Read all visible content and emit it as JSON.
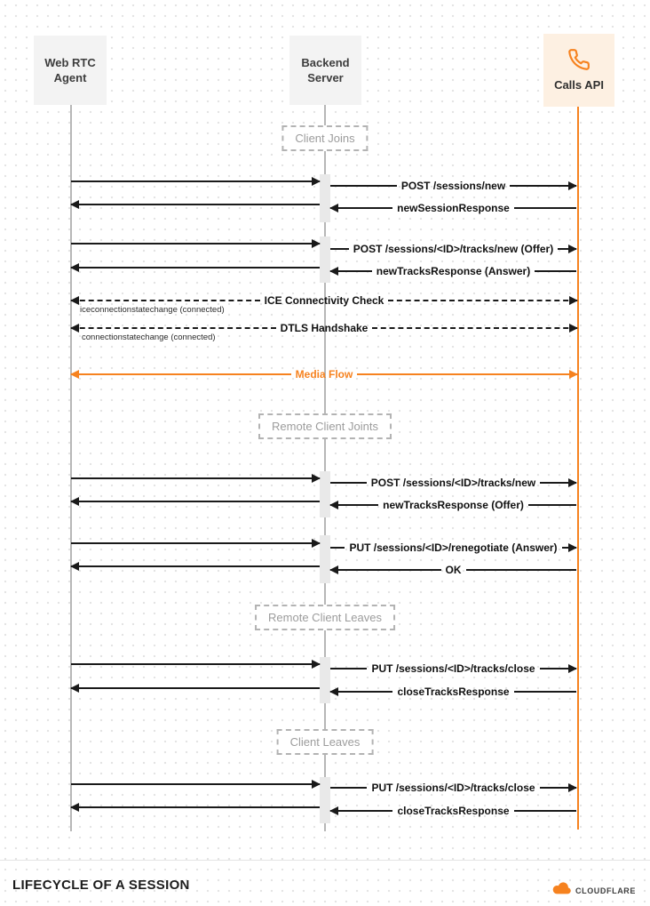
{
  "actors": [
    {
      "line1": "Web RTC",
      "line2": "Agent"
    },
    {
      "line1": "Backend",
      "line2": "Server"
    },
    {
      "label": "Calls API"
    }
  ],
  "sections": [
    {
      "label": "Client Joins"
    },
    {
      "label": "Remote Client Joints"
    },
    {
      "label": "Remote Client Leaves"
    },
    {
      "label": "Client Leaves"
    }
  ],
  "messages": [
    {
      "label": "POST /sessions/new"
    },
    {
      "label": "newSessionResponse"
    },
    {
      "label": "POST /sessions/<ID>/tracks/new (Offer)"
    },
    {
      "label": "newTracksResponse (Answer)"
    },
    {
      "label": "ICE Connectivity Check"
    },
    {
      "label": "DTLS Handshake"
    },
    {
      "label": "Media Flow"
    },
    {
      "label": "POST /sessions/<ID>/tracks/new"
    },
    {
      "label": "newTracksResponse (Offer)"
    },
    {
      "label": "PUT /sessions/<ID>/renegotiate (Answer)"
    },
    {
      "label": "OK"
    },
    {
      "label": "PUT /sessions/<ID>/tracks/close"
    },
    {
      "label": "closeTracksResponse"
    },
    {
      "label": "PUT /sessions/<ID>/tracks/close"
    },
    {
      "label": "closeTracksResponse"
    }
  ],
  "events": [
    "iceconnectionstatechange (connected)",
    "connectionstatechange (connected)"
  ],
  "footer": {
    "title": "LIFECYCLE OF A SESSION",
    "brand": "CLOUDFLARE"
  },
  "icons": {
    "calls_api": "phone-icon",
    "footer_logo": "cloudflare-cloud-icon"
  },
  "colors": {
    "accent": "#f6821f",
    "arrow": "#1a1a1a"
  }
}
